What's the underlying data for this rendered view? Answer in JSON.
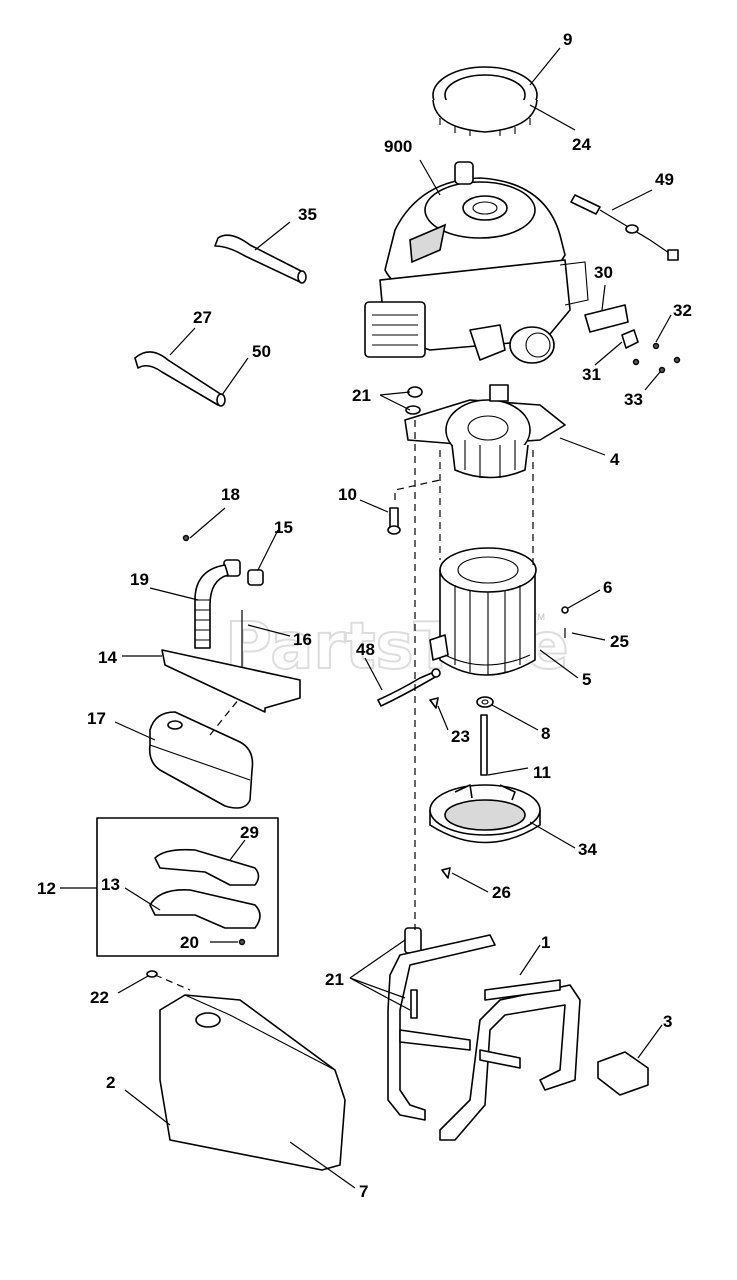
{
  "watermark": "PartsTree",
  "trademark": "TM",
  "callouts": {
    "c9": "9",
    "c24": "24",
    "c900": "900",
    "c49": "49",
    "c35": "35",
    "c30": "30",
    "c32": "32",
    "c31": "31",
    "c33": "33",
    "c27": "27",
    "c50": "50",
    "c21a": "21",
    "c4": "4",
    "c10": "10",
    "c18": "18",
    "c15": "15",
    "c19": "19",
    "c16": "16",
    "c14": "14",
    "c48": "48",
    "c6": "6",
    "c25": "25",
    "c5": "5",
    "c23": "23",
    "c8": "8",
    "c11": "11",
    "c17": "17",
    "c34": "34",
    "c29": "29",
    "c12": "12",
    "c13": "13",
    "c26": "26",
    "c20": "20",
    "c1": "1",
    "c21b": "21",
    "c22": "22",
    "c3": "3",
    "c2": "2",
    "c7": "7"
  }
}
